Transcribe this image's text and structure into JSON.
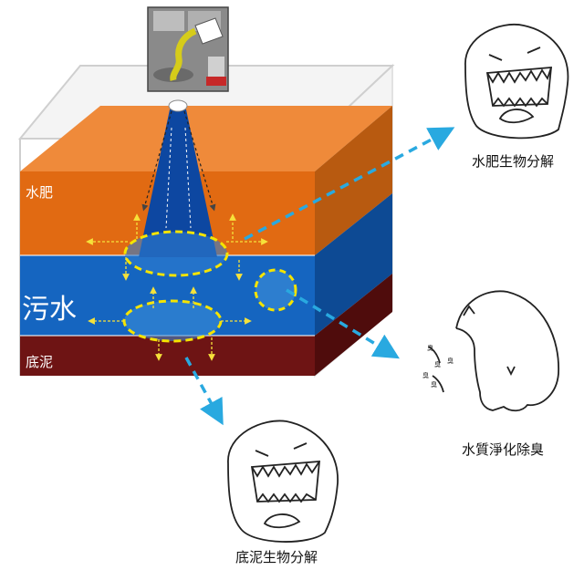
{
  "layers": {
    "fertilizer": "水肥",
    "sewage": "污水",
    "sludge": "底泥"
  },
  "captions": {
    "fertilizer_decomposition": "水肥生物分解",
    "water_purification": "水質淨化除臭",
    "sludge_decomposition": "底泥生物分解"
  },
  "smell_glyph": "臭",
  "colors": {
    "fertilizer_layer": "#e8731c",
    "sewage_layer": "#1565c0",
    "sludge_layer": "#6e1414",
    "inlet_column": "#0d47a1",
    "highlight": "#f5e400",
    "arrow": "#29a9e0"
  }
}
